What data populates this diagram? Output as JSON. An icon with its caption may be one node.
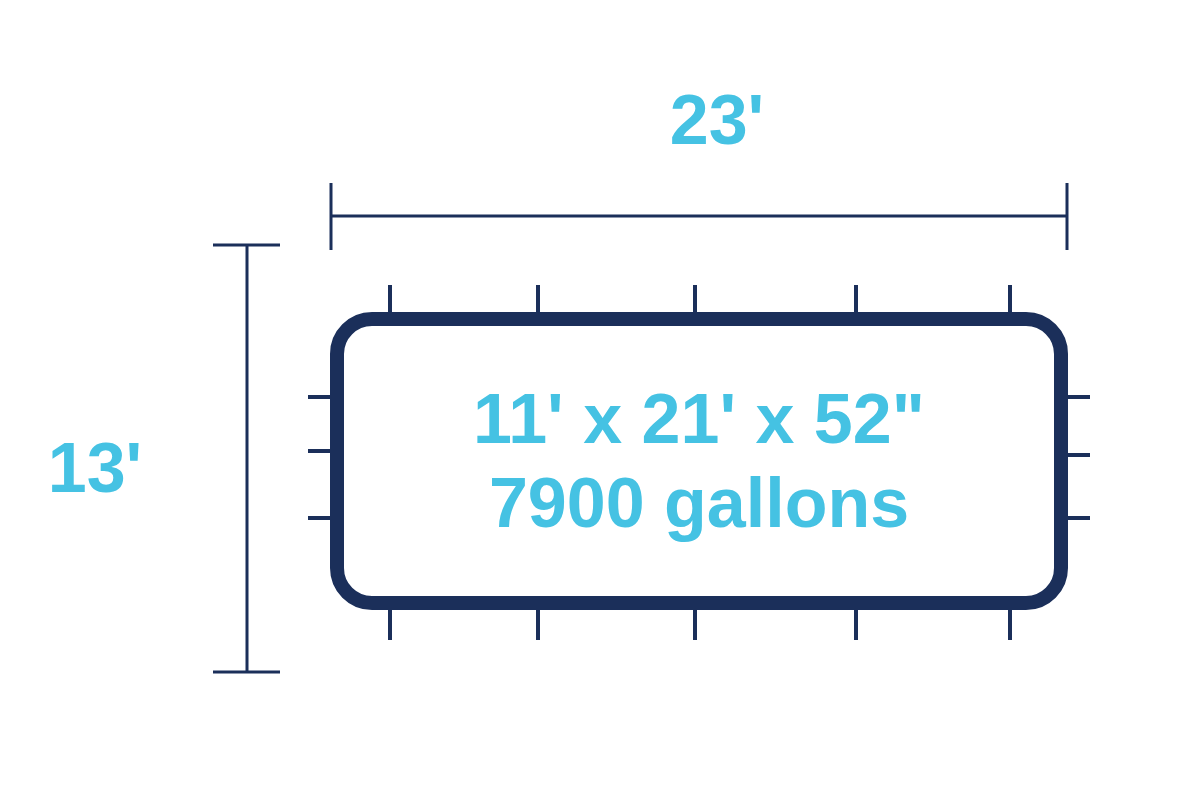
{
  "diagram": {
    "nodes": [
      {
        "text": [
          "11' x 21' x 52\"",
          "7900 gallons"
        ]
      }
    ],
    "edges": [],
    "labels": [
      "23'",
      "13'"
    ]
  }
}
